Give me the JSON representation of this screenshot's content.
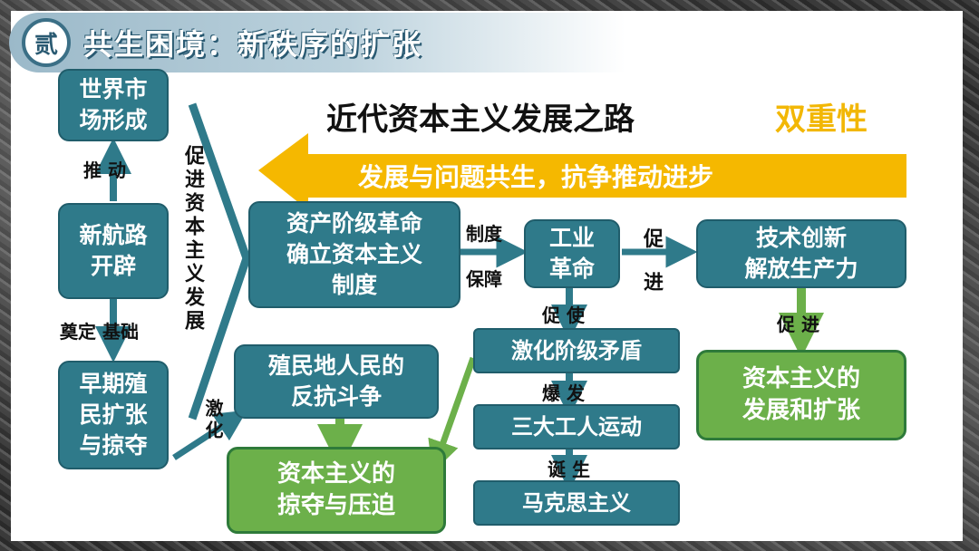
{
  "header": {
    "badge": "贰",
    "title": "共生困境：新秩序的扩张"
  },
  "main_title": "近代资本主义发展之路",
  "dual_nature": "双重性",
  "banner": "发展与问题共生，抗争推动进步",
  "nodes": {
    "world_market": "世界市\n场形成",
    "new_routes": "新航路\n开辟",
    "early_colonial": "早期殖\n民扩张\n与掠夺",
    "bourgeois_revolution": "资产阶级革命\n确立资本主义\n制度",
    "industrial_revolution": "工业\n革命",
    "tech_innovation": "技术创新\n解放生产力",
    "class_conflict": "激化阶级矛盾",
    "workers_movements": "三大工人运动",
    "marxism": "马克思主义",
    "colonial_resistance": "殖民地人民的\n反抗斗争",
    "plunder": "资本主义的\n掠夺与压迫",
    "capitalism_expansion": "资本主义的\n发展和扩张"
  },
  "labels": {
    "drive": "推  动",
    "foundation": "奠定 基础",
    "promote_capitalism": "促进资本主义发展",
    "intensify": "激化",
    "system_1": "制度",
    "system_2": "保障",
    "promote_1": "促",
    "promote_2": "进",
    "cause": "促 使",
    "outbreak": "爆 发",
    "birth": "诞 生",
    "promote_h": "促 进"
  },
  "colors": {
    "teal": "#2f7a8a",
    "green": "#6cb04a",
    "banner": "#f5b800",
    "dual": "#f2b705"
  }
}
